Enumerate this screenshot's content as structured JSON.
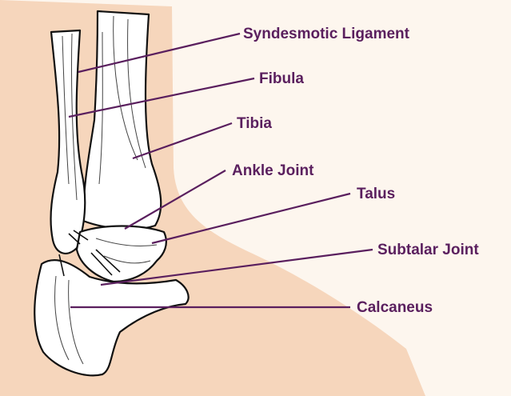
{
  "colors": {
    "background": "#fdf6ee",
    "skin": "#f6d6bc",
    "bone": "#ffffff",
    "outline": "#111111",
    "label": "#5a1f5e"
  },
  "labels": {
    "syndesmotic_ligament": "Syndesmotic Ligament",
    "fibula": "Fibula",
    "tibia": "Tibia",
    "ankle_joint": "Ankle Joint",
    "talus": "Talus",
    "subtalar_joint": "Subtalar Joint",
    "calcaneus": "Calcaneus"
  }
}
